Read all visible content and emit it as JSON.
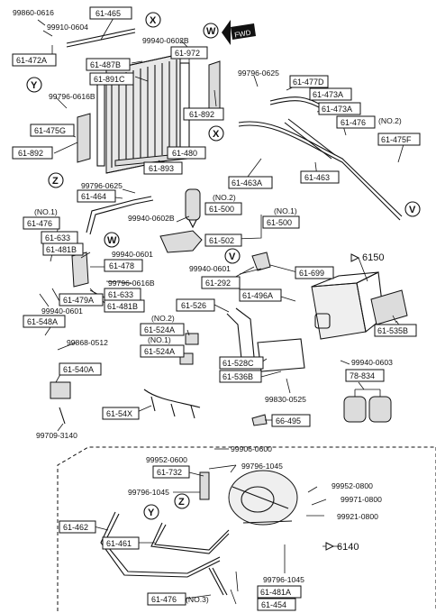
{
  "labels": {
    "p99860_0616": "99860-0616",
    "p99910_0604": "99910-0604",
    "p61_472A": "61-472A",
    "p61_465": "61-465",
    "p61_487B": "61-487B",
    "p61_891C": "61-891C",
    "p99940_0602B_top": "99940-0602B",
    "p61_972": "61-972",
    "p99796_0616B_top": "99796-0616B",
    "p61_475G": "61-475G",
    "p61_892_left": "61-892",
    "p61_892_mid": "61-892",
    "p99796_0625_top": "99796-0625",
    "p61_477D": "61-477D",
    "p61_473A_1": "61-473A",
    "p61_473A_2": "61-473A",
    "p61_476_top": "61-476",
    "no2_top": "(NO.2)",
    "p61_475F": "61-475F",
    "p61_480": "61-480",
    "p61_893": "61-893",
    "p61_463A": "61-463A",
    "p61_463": "61-463",
    "p99796_0625_mid": "99796-0625",
    "p61_464": "61-464",
    "no2_500": "(NO.2)",
    "p61_500_a": "61-500",
    "no1_500": "(NO.1)",
    "p61_500_b": "61-500",
    "p99940_0602B_mid": "99940-0602B",
    "no1_476": "(NO.1)",
    "p61_476_left": "61-476",
    "p61_633_a": "61-633",
    "p61_481B_a": "61-481B",
    "p61_502": "61-502",
    "p99940_0601_a": "99940-0601",
    "p61_478": "61-478",
    "p99796_0616B_mid": "99796-0616B",
    "p99940_0601_b": "99940-0601",
    "p61_292": "61-292",
    "p61_699": "61-699",
    "p6150": "6150",
    "p61_479A": "61-479A",
    "p61_633_b": "61-633",
    "p61_481B_b": "61-481B",
    "p99940_0601_c": "99940-0601",
    "p61_496A": "61-496A",
    "p61_548A": "61-548A",
    "p61_526": "61-526",
    "no2_524": "(NO.2)",
    "p61_524A_a": "61-524A",
    "no1_524": "(NO.1)",
    "p61_524A_b": "61-524A",
    "p99868_0512": "99868-0512",
    "p61_540A": "61-540A",
    "p61_528C": "61-528C",
    "p61_536B": "61-536B",
    "p99940_0603": "99940-0603",
    "p78_834": "78-834",
    "p61_535B": "61-535B",
    "p99830_0525": "99830-0525",
    "p61_54X": "61-54X",
    "p99709_3140": "99709-3140",
    "p66_495": "66-495",
    "p99906_0600": "99906-0600",
    "p99952_0600_a": "99952-0600",
    "p99796_1045_a": "99796-1045",
    "p61_732": "61-732",
    "p99952_0800": "99952-0800",
    "p99796_1045_b": "99796-1045",
    "p99971_0800": "99971-0800",
    "p99921_0800": "99921-0800",
    "p61_462": "61-462",
    "p61_461": "61-461",
    "p6140": "6140",
    "p99796_1045_c": "99796-1045",
    "p61_481A": "61-481A",
    "p61_454": "61-454",
    "p61_476_bottom": "61-476",
    "no3": "(NO.3)",
    "fwd": "FWD"
  },
  "callouts": {
    "x_top": "X",
    "w_top": "W",
    "y_left": "Y",
    "x_mid": "X",
    "z_left": "Z",
    "v_right": "V",
    "w_mid": "W",
    "v_mid": "V",
    "y_bottom": "Y",
    "z_bottom": "Z"
  }
}
